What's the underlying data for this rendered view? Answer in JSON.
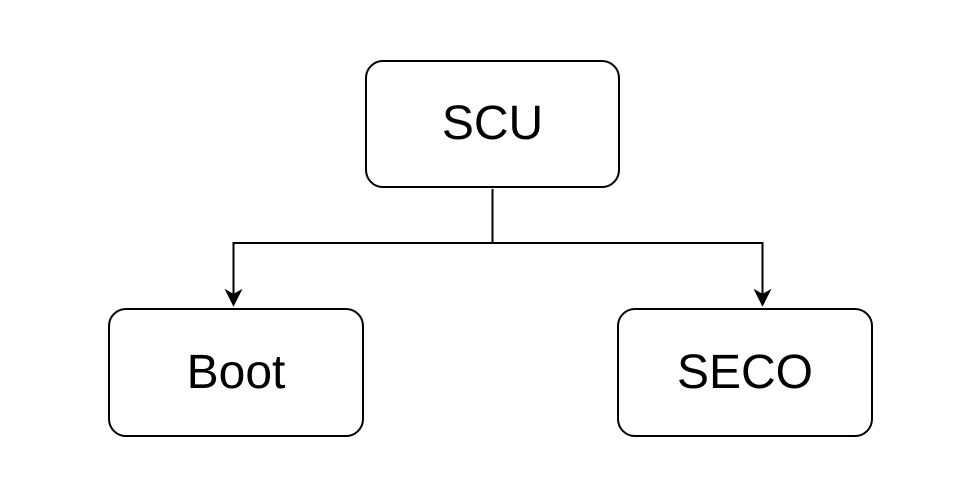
{
  "diagram": {
    "type": "flowchart",
    "background": "#ffffff",
    "colors": {
      "node_fill": "#ffffff",
      "node_stroke": "#000000",
      "edge_stroke": "#000000",
      "text": "#000000"
    },
    "nodes": [
      {
        "id": "scu",
        "label": "SCU"
      },
      {
        "id": "boot",
        "label": "Boot"
      },
      {
        "id": "seco",
        "label": "SECO"
      }
    ],
    "edges": [
      {
        "from": "SCU",
        "to": "Boot",
        "arrow": "filled-triangle"
      },
      {
        "from": "SCU",
        "to": "SECO",
        "arrow": "filled-triangle"
      }
    ]
  }
}
